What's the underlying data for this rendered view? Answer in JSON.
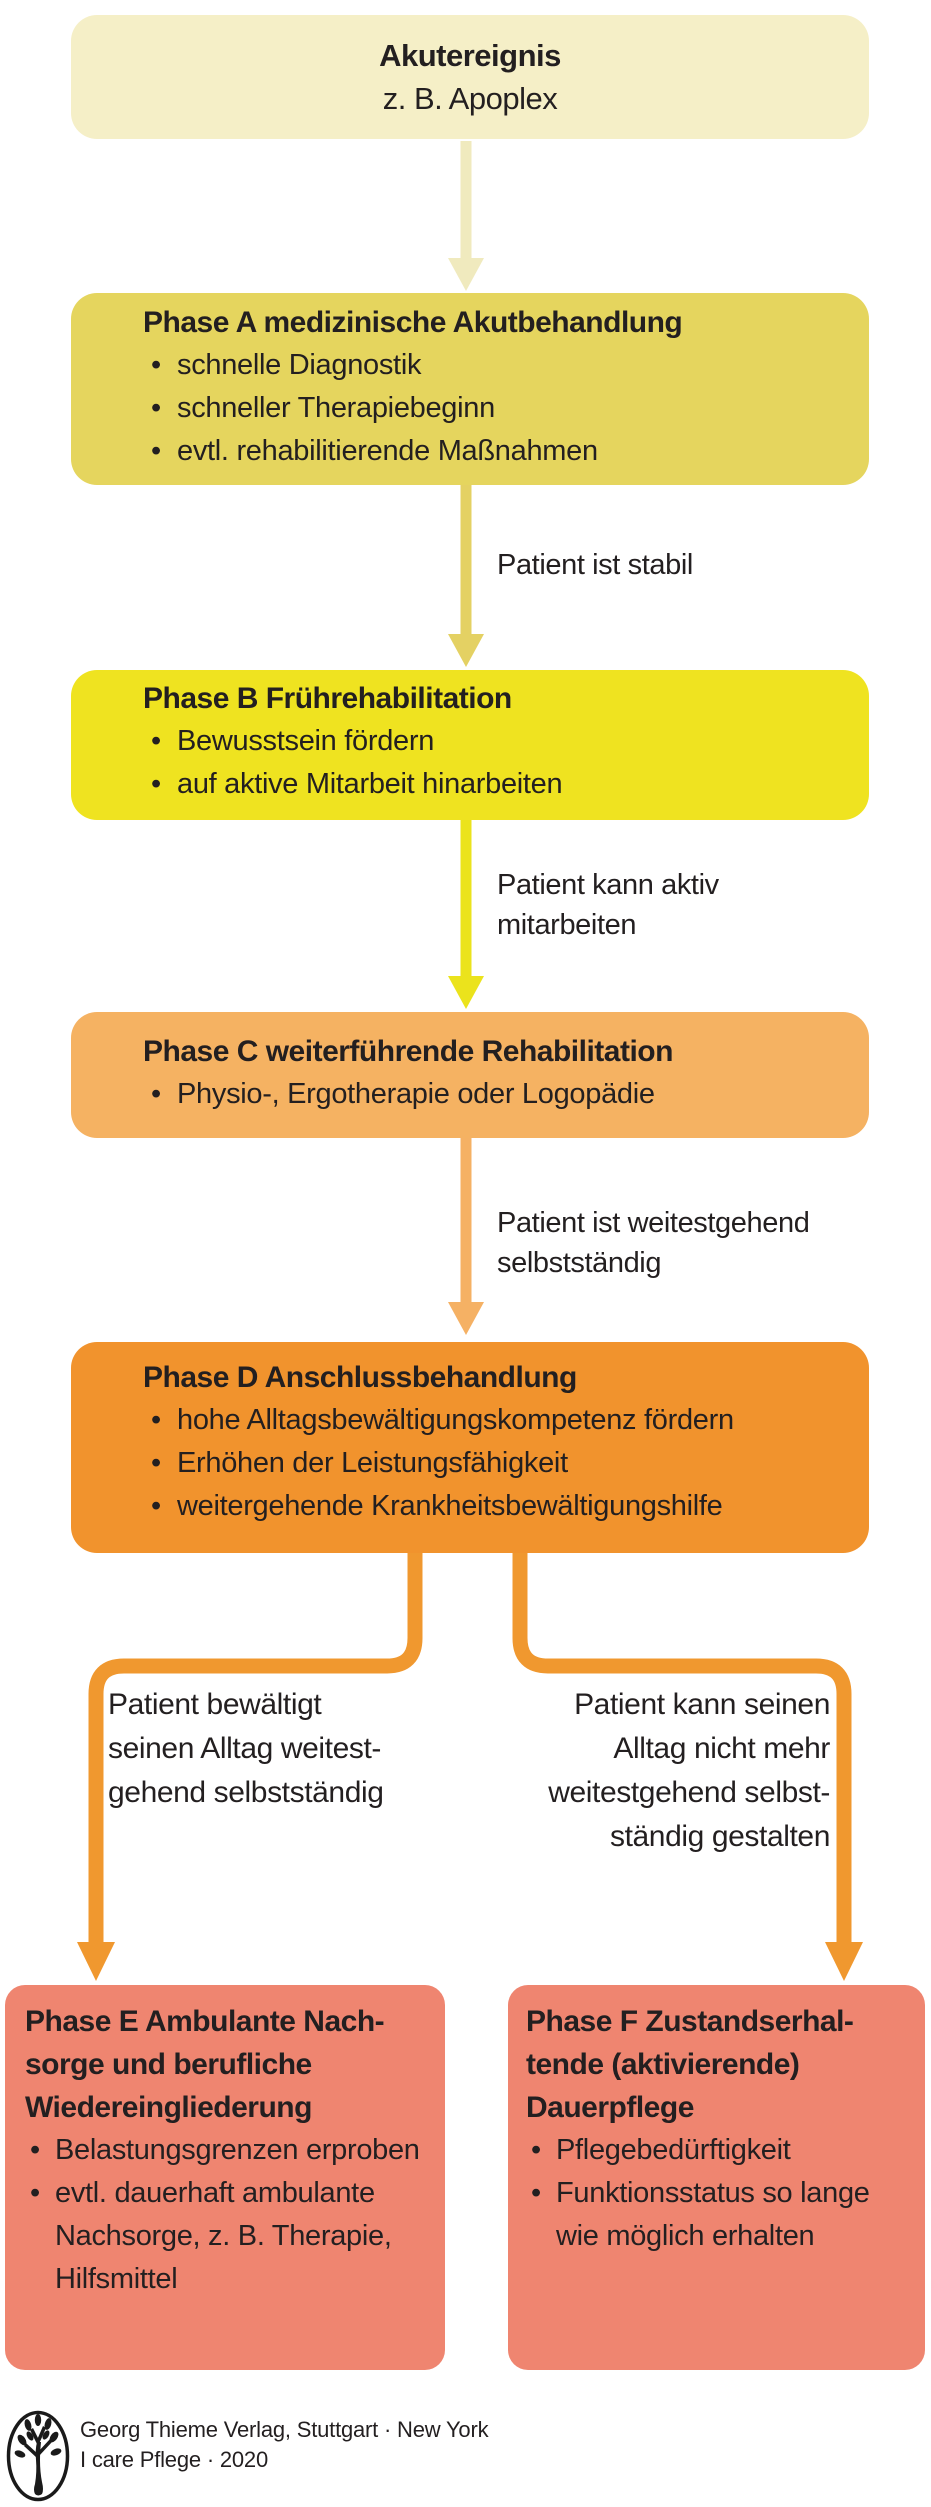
{
  "colors": {
    "text": "#231f20",
    "start_box": "#f5efc7",
    "arrow_start": "#f0eabe",
    "phase_a_box": "#e5d55e",
    "arrow_a_b": "#e4d163",
    "phase_b_box": "#efe320",
    "arrow_b_c": "#ebe31c",
    "phase_c_box": "#f5b262",
    "arrow_c_d": "#f5b164",
    "phase_d_box": "#f1932d",
    "arrow_branch": "#f0982f",
    "phase_e_box": "#ef8570",
    "phase_f_box": "#ef8570"
  },
  "start": {
    "title": "Akutereignis",
    "subtitle": "z. B. Apoplex"
  },
  "phase_a": {
    "title": "Phase A medizinische Akutbehandlung",
    "bullets": [
      "schnelle Diagnostik",
      "schneller Therapiebeginn",
      "evtl. rehabilitierende Maßnahmen"
    ]
  },
  "transition_a_b": {
    "lines": [
      "Patient ist stabil"
    ]
  },
  "phase_b": {
    "title": "Phase B Frührehabilitation",
    "bullets": [
      "Bewusstsein fördern",
      "auf aktive Mitarbeit hinarbeiten"
    ]
  },
  "transition_b_c": {
    "lines": [
      "Patient kann aktiv",
      "mitarbeiten"
    ]
  },
  "phase_c": {
    "title": "Phase C weiterführende Rehabilitation",
    "bullets": [
      "Physio-, Ergotherapie oder Logopädie"
    ]
  },
  "transition_c_d": {
    "lines": [
      "Patient ist weitestgehend",
      "selbstständig"
    ]
  },
  "phase_d": {
    "title": "Phase D Anschlussbehandlung",
    "bullets": [
      "hohe Alltagsbewältigungskompetenz fördern",
      "Erhöhen der Leistungsfähigkeit",
      "weitergehende Krankheitsbewältigungshilfe"
    ]
  },
  "branch_left_label": {
    "lines": [
      "Patient bewältigt",
      "seinen Alltag weitest-",
      "gehend selbstständig"
    ]
  },
  "branch_right_label": {
    "lines": [
      "Patient kann seinen",
      "Alltag nicht mehr",
      "weitestgehend selbst-",
      "ständig gestalten"
    ]
  },
  "phase_e": {
    "title_lines": [
      "Phase E Ambulante Nach-",
      "sorge und berufliche",
      "Wiedereingliederung"
    ],
    "bullets": [
      "Belastungsgrenzen erproben",
      "evtl. dauerhaft ambulante Nachsorge, z. B. Therapie, Hilfsmittel"
    ]
  },
  "phase_f": {
    "title_lines": [
      "Phase F Zustandserhal-",
      "tende (aktivierende)",
      "Dauerpflege"
    ],
    "bullets": [
      "Pflegebedürftigkeit",
      "Funktionsstatus so lange wie möglich erhalten"
    ]
  },
  "footer": {
    "publisher": "Georg Thieme Verlag, Stuttgart · New York",
    "source": "I care Pflege · 2020"
  }
}
